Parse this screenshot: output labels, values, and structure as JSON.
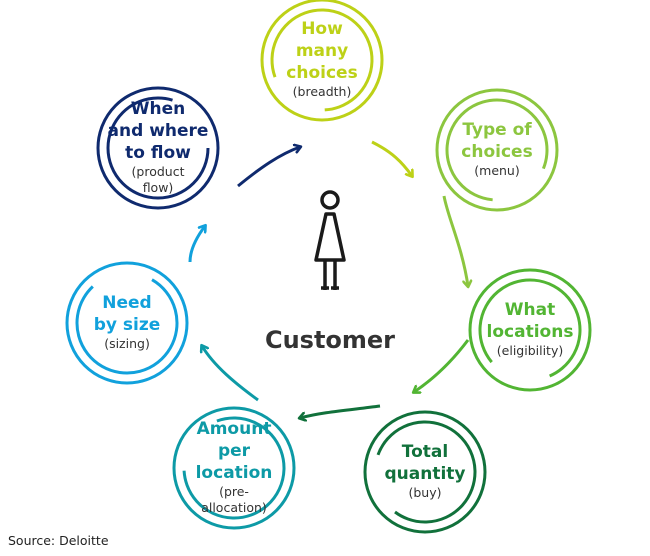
{
  "center": {
    "label": "Customer",
    "icon": "person-icon"
  },
  "source": "Source: Deloitte",
  "nodes": [
    {
      "id": "breadth",
      "title": [
        "How",
        "many",
        "choices"
      ],
      "sub": [
        "(breadth)"
      ],
      "color": "#bdd117"
    },
    {
      "id": "menu",
      "title": [
        "Type of",
        "choices"
      ],
      "sub": [
        "(menu)"
      ],
      "color": "#8cc63f"
    },
    {
      "id": "eligibility",
      "title": [
        "What",
        "locations"
      ],
      "sub": [
        "(eligibility)"
      ],
      "color": "#52b533"
    },
    {
      "id": "buy",
      "title": [
        "Total",
        "quantity"
      ],
      "sub": [
        "(buy)"
      ],
      "color": "#11713b"
    },
    {
      "id": "pre-allocation",
      "title": [
        "Amount",
        "per",
        "location"
      ],
      "sub": [
        "(pre-",
        "allocation)"
      ],
      "color": "#0d9aa6"
    },
    {
      "id": "sizing",
      "title": [
        "Need",
        "by size"
      ],
      "sub": [
        "(sizing)"
      ],
      "color": "#11a1dc"
    },
    {
      "id": "product-flow",
      "title": [
        "When",
        "and where",
        "to flow"
      ],
      "sub": [
        "(product",
        "flow)"
      ],
      "color": "#0f2a6e"
    }
  ]
}
